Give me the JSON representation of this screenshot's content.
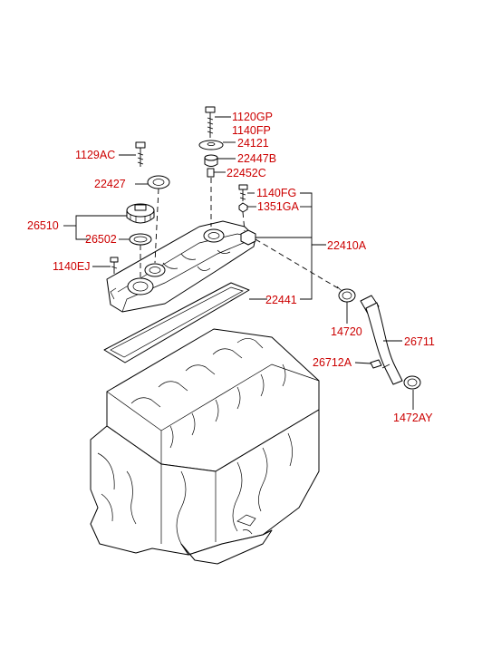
{
  "parts": {
    "p1120GP": "1120GP",
    "p1140FP": "1140FP",
    "p24121": "24121",
    "p22447B": "22447B",
    "p22452C": "22452C",
    "p1129AC": "1129AC",
    "p22427": "22427",
    "p1140FG": "1140FG",
    "p1351GA": "1351GA",
    "p26510": "26510",
    "p26502": "26502",
    "p22410A": "22410A",
    "p1140EJ": "1140EJ",
    "p22441": "22441",
    "p14720": "14720",
    "p26711": "26711",
    "p26712A": "26712A",
    "p1472AY": "1472AY"
  },
  "colors": {
    "label": "#cc0000",
    "line": "#000000"
  }
}
